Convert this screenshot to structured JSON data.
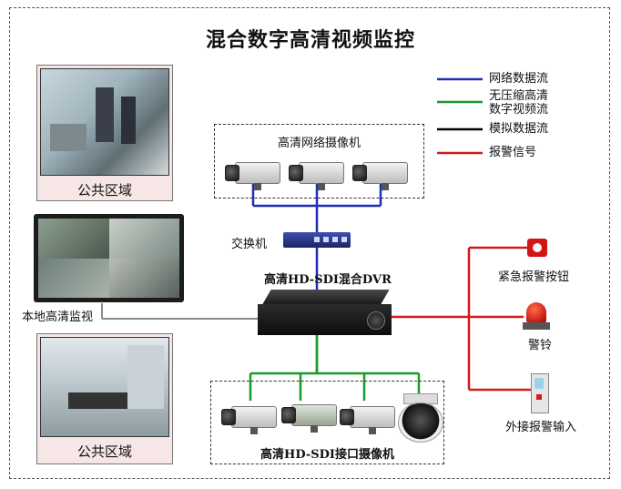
{
  "title": "混合数字高清视频监控",
  "legend": [
    {
      "label": "网络数据流",
      "color": "#1f2fb5"
    },
    {
      "label": "无压缩高清\n数字视频流",
      "color": "#1a9a2a"
    },
    {
      "label": "模拟数据流",
      "color": "#000000"
    },
    {
      "label": "报警信号",
      "color": "#d41a1a"
    }
  ],
  "public_area_top": "公共区域",
  "public_area_bottom": "公共区域",
  "local_monitor": "本地高清监视",
  "network_cameras": "高清网络摄像机",
  "switch": "交换机",
  "dvr": "高清HD-SDI混合DVR",
  "sdi_cameras": "高清HD-SDI接口摄像机",
  "alarm_button": "紧急报警按钮",
  "alarm_bell": "警铃",
  "alarm_input": "外接报警输入"
}
